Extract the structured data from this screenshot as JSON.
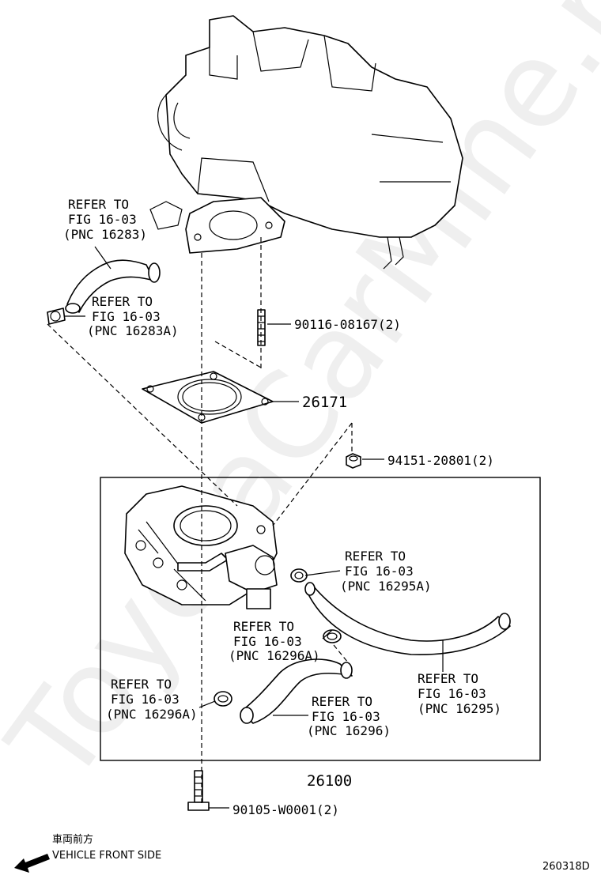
{
  "watermark": "ToyotaCarMine.ru",
  "callouts": {
    "pnc16283": [
      "REFER TO",
      "FIG 16-03",
      "(PNC 16283)"
    ],
    "pnc16283a": [
      "REFER TO",
      "FIG 16-03",
      "(PNC 16283A)"
    ],
    "pnc16295a": [
      "REFER TO",
      "FIG 16-03",
      "(PNC 16295A)"
    ],
    "pnc16296a_right": [
      "REFER TO",
      "FIG 16-03",
      "(PNC 16296A)"
    ],
    "pnc16295": [
      "REFER TO",
      "FIG 16-03",
      "(PNC 16295)"
    ],
    "pnc16296a_left": [
      "REFER TO",
      "FIG 16-03",
      "(PNC 16296A)"
    ],
    "pnc16296": [
      "REFER TO",
      "FIG 16-03",
      "(PNC 16296)"
    ]
  },
  "parts": {
    "stud": "90116-08167(2)",
    "gasket": "26171",
    "nut": "94151-20801(2)",
    "throttle_body": "26100",
    "bolt": "90105-W0001(2)"
  },
  "front_indicator": {
    "jp": "車両前方",
    "en": "VEHICLE FRONT SIDE"
  },
  "diagram_id": "260318D"
}
